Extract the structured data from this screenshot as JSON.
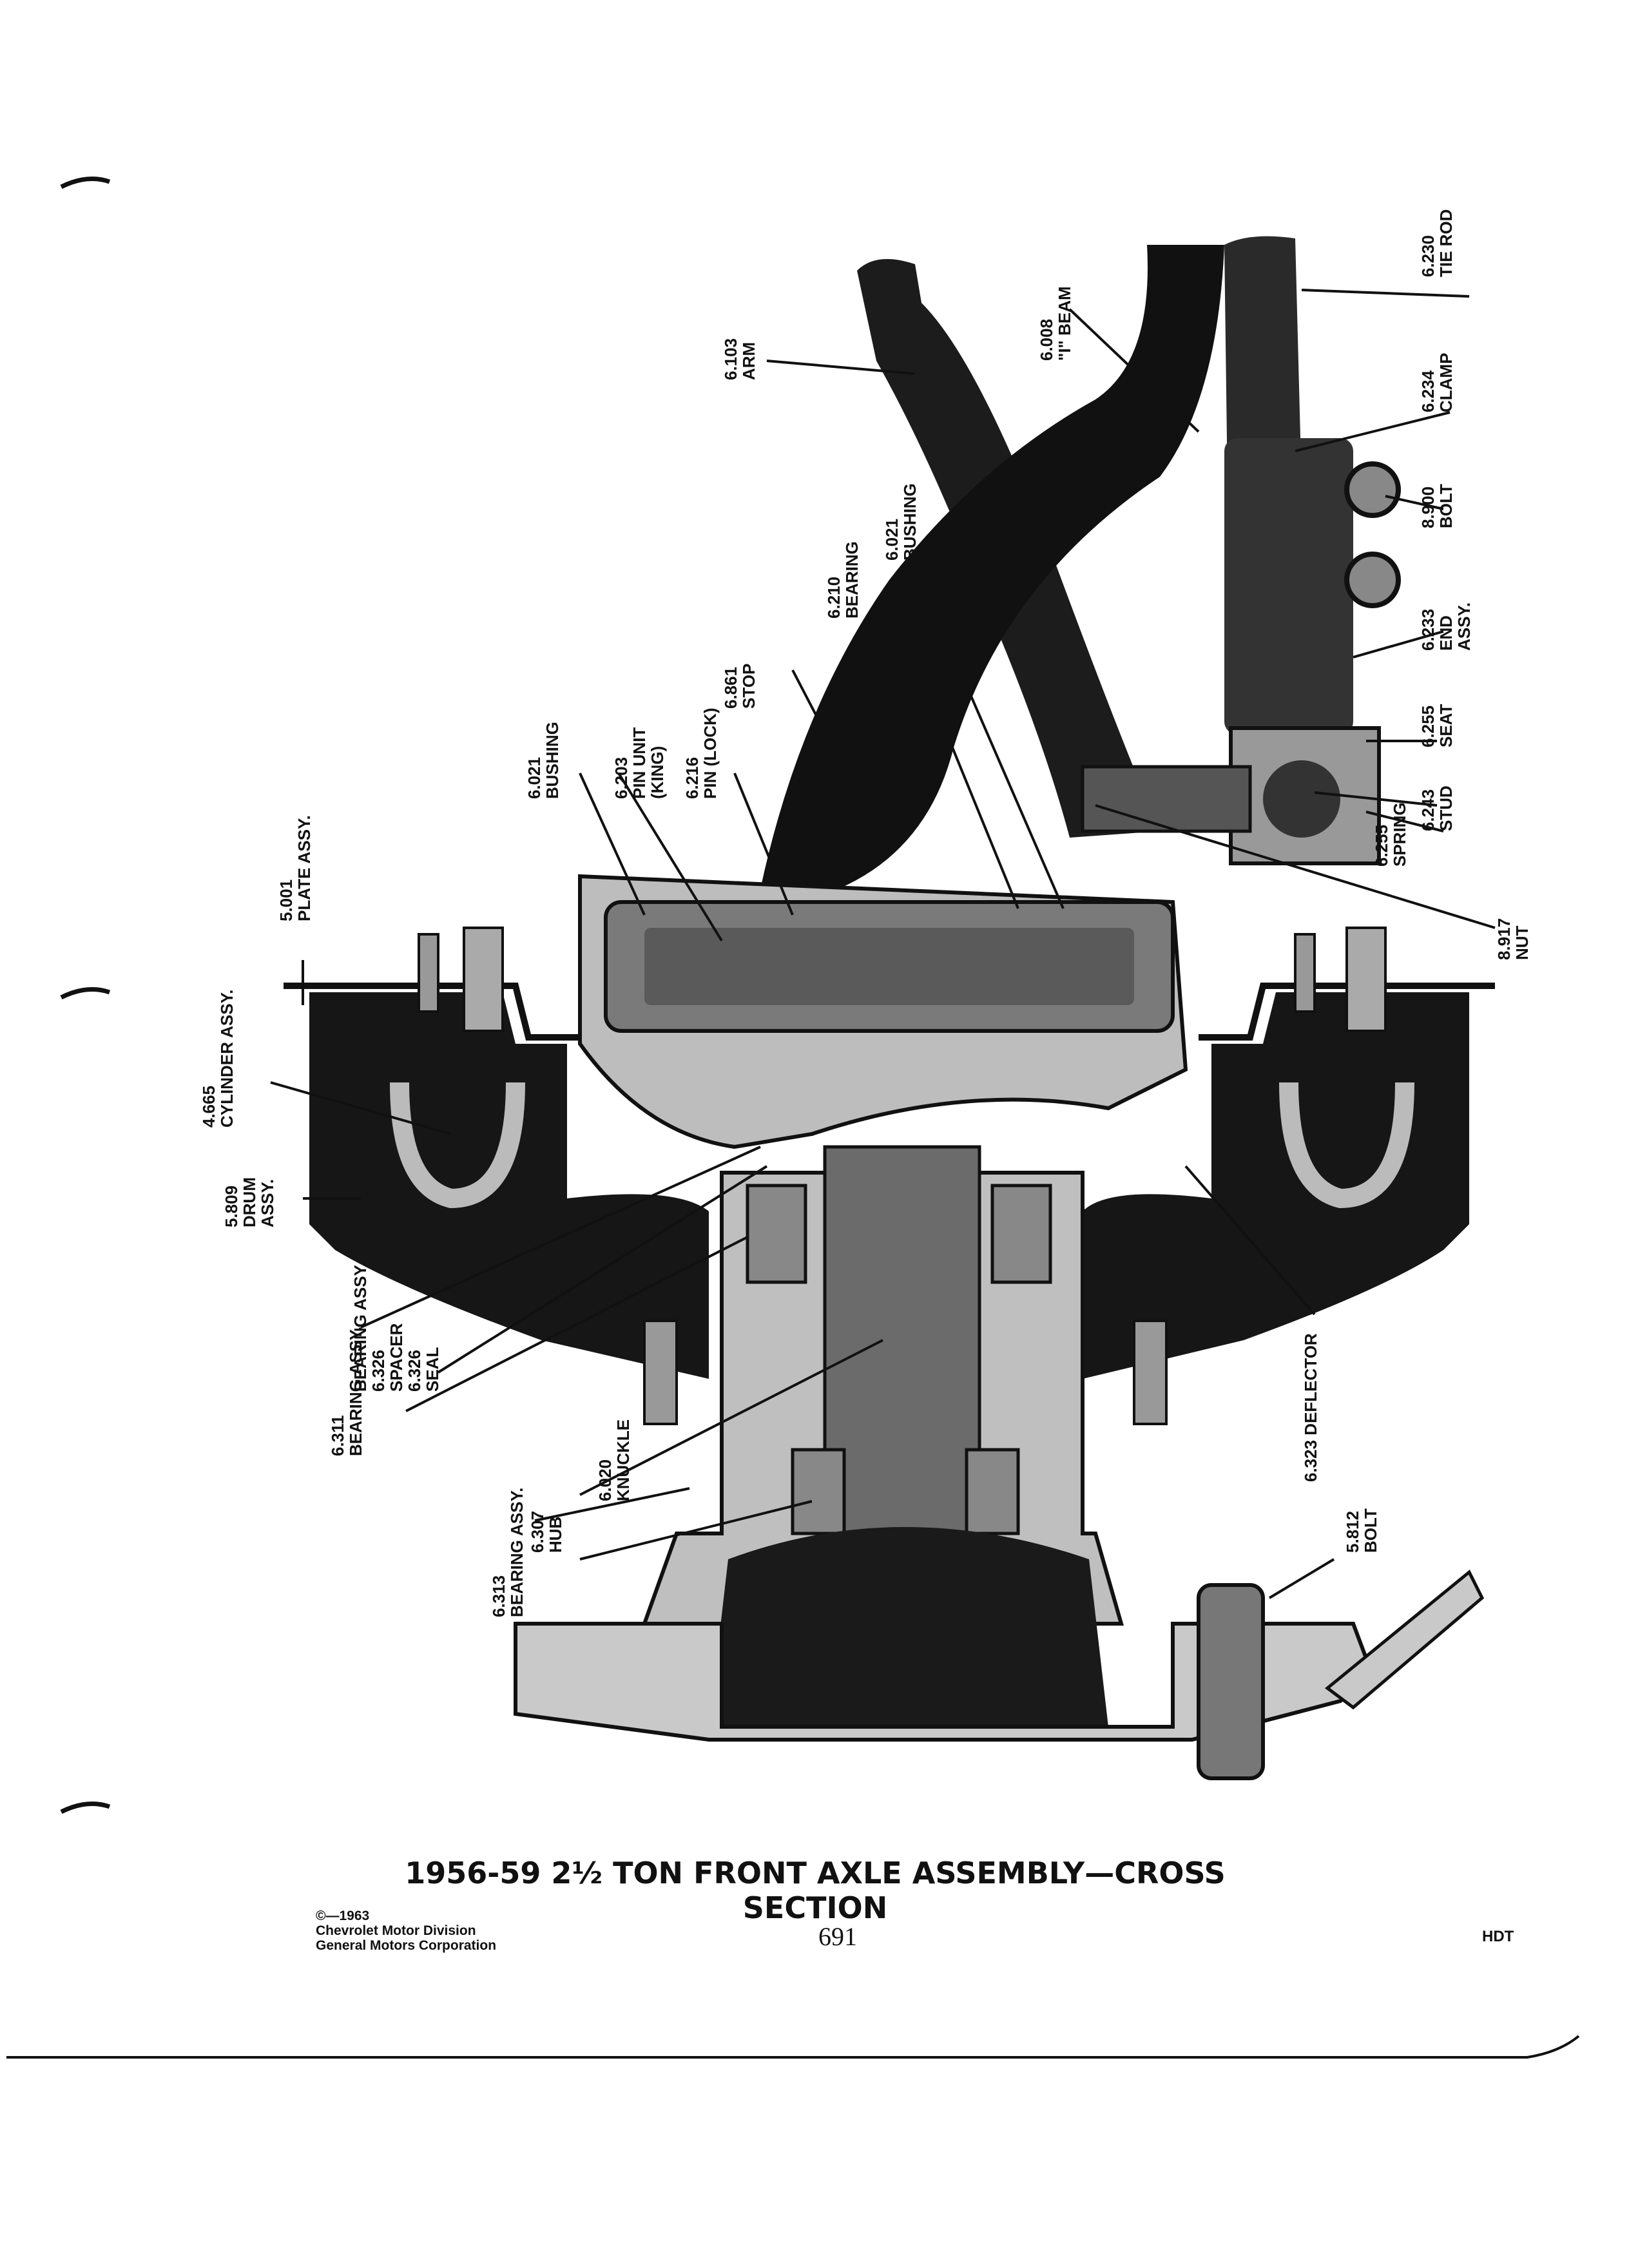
{
  "document": {
    "caption": "1956-59 2½ TON FRONT AXLE ASSEMBLY—CROSS SECTION",
    "copyright_lines": [
      "©—1963",
      "Chevrolet Motor Division",
      "General Motors Corporation"
    ],
    "page_number": "691",
    "section_code": "HDT"
  },
  "callouts": [
    {
      "id": "tie-rod",
      "lines": [
        "6.230",
        "TIE ROD"
      ]
    },
    {
      "id": "clamp",
      "lines": [
        "6.234",
        "CLAMP"
      ]
    },
    {
      "id": "bolt-8900",
      "lines": [
        "8.900",
        "BOLT"
      ]
    },
    {
      "id": "end-assy",
      "lines": [
        "6.233",
        "END",
        "ASSY."
      ]
    },
    {
      "id": "seat",
      "lines": [
        "6.255",
        "SEAT"
      ]
    },
    {
      "id": "stud",
      "lines": [
        "6.243",
        "STUD"
      ]
    },
    {
      "id": "spring",
      "lines": [
        "6.255",
        "SPRING"
      ]
    },
    {
      "id": "nut",
      "lines": [
        "8.917",
        "NUT"
      ]
    },
    {
      "id": "i-beam",
      "lines": [
        "6.008",
        "\"I\" BEAM"
      ]
    },
    {
      "id": "arm",
      "lines": [
        "6.103",
        "ARM"
      ]
    },
    {
      "id": "bushing-6021-top",
      "lines": [
        "6.021",
        "BUSHING"
      ]
    },
    {
      "id": "bearing-6210",
      "lines": [
        "6.210",
        "BEARING"
      ]
    },
    {
      "id": "stop",
      "lines": [
        "6.861",
        "STOP"
      ]
    },
    {
      "id": "pin-lock",
      "lines": [
        "6.216",
        "PIN (LOCK)"
      ]
    },
    {
      "id": "pin-unit",
      "lines": [
        "6.203",
        "PIN UNIT",
        "(KING)"
      ]
    },
    {
      "id": "bushing-6021-left",
      "lines": [
        "6.021",
        "BUSHING"
      ]
    },
    {
      "id": "plate-assy",
      "lines": [
        "5.001",
        "PLATE ASSY."
      ]
    },
    {
      "id": "cylinder-assy",
      "lines": [
        "4.665",
        "CYLINDER ASSY."
      ]
    },
    {
      "id": "drum-assy",
      "lines": [
        "5.809",
        "DRUM",
        "ASSY."
      ]
    },
    {
      "id": "bearing-assy-6326",
      "lines": [
        "BEARING ASSY.",
        "6.326",
        "SPACER",
        "6.326",
        "SEAL"
      ]
    },
    {
      "id": "bearing-assy-6311",
      "lines": [
        "6.311",
        "BEARING ASSY."
      ]
    },
    {
      "id": "knuckle",
      "lines": [
        "6.020",
        "KNUCKLE"
      ]
    },
    {
      "id": "hub",
      "lines": [
        "6.307",
        "HUB"
      ]
    },
    {
      "id": "bearing-assy-6313",
      "lines": [
        "6.313",
        "BEARING ASSY."
      ]
    },
    {
      "id": "deflector",
      "lines": [
        "6.323 DEFLECTOR"
      ]
    },
    {
      "id": "bolt-5812",
      "lines": [
        "5.812",
        "BOLT"
      ]
    }
  ]
}
